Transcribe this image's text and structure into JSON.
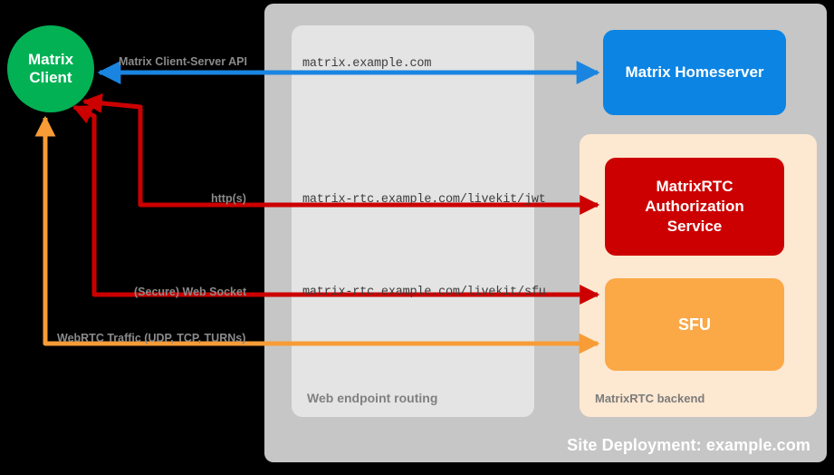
{
  "diagram": {
    "title": "Site Deployment: example.com",
    "background": "#000000"
  },
  "containers": {
    "site": {
      "label": "Site Deployment: example.com",
      "color": "#c6c6c6"
    },
    "routing": {
      "label": "Web endpoint routing",
      "color": "#e4e4e4"
    },
    "backend": {
      "label": "MatrixRTC backend",
      "color": "#fde8d1"
    }
  },
  "nodes": {
    "client": {
      "line1": "Matrix",
      "line2": "Client",
      "color": "#03b155"
    },
    "homeserver": {
      "label": "Matrix Homeserver",
      "color": "#0b84e3"
    },
    "auth": {
      "line1": "MatrixRTC",
      "line2": "Authorization",
      "line3": "Service",
      "color": "#cc0000"
    },
    "sfu": {
      "label": "SFU",
      "color": "#fba846"
    }
  },
  "endpoints": {
    "homeserver_url": "matrix.example.com",
    "jwt_url": "matrix-rtc.example.com/livekit/jwt",
    "sfu_url": "matrix-rtc.example.com/livekit/sfu"
  },
  "flows": [
    {
      "label": "Matrix Client-Server API",
      "color": "#1a85e0"
    },
    {
      "label": "http(s)",
      "color": "#cc0000"
    },
    {
      "label": "(Secure) Web Socket",
      "color": "#cc0000"
    },
    {
      "label": "WebRTC Traffic (UDP, TCP, TURNs)",
      "color": "#f79c36"
    }
  ]
}
